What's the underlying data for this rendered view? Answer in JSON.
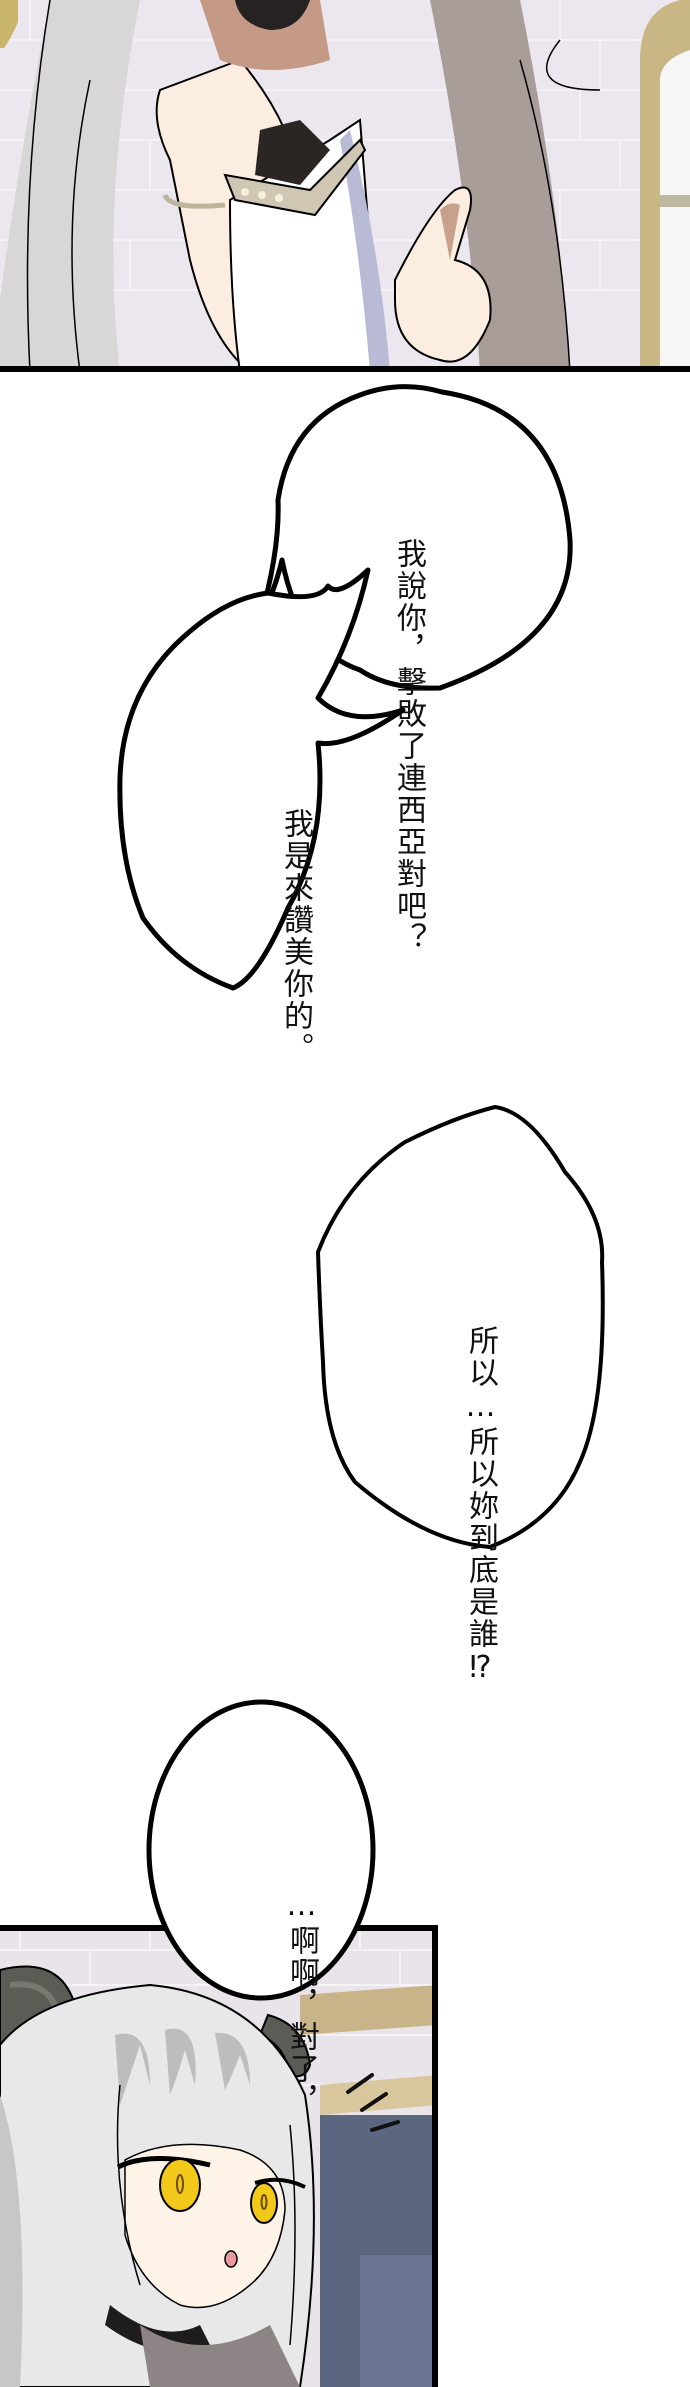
{
  "page": {
    "type": "comic-strip",
    "background": "#ffffff",
    "ink": "#000000"
  },
  "panels": [
    {
      "id": "panel-top",
      "description": "white-haired girl in white dress pointing forward, castle interior with brick wall and arched window",
      "colors": {
        "wall": "#ece6ee",
        "hair": "#e2e0e0",
        "hair_shadow": "#a79f9c",
        "skin": "#fbeee0",
        "dress": "#ffffff",
        "dress_shadow": "#b8bad6",
        "trim": "#cfc7b3",
        "window_frame": "#c8b685"
      }
    },
    {
      "id": "panel-bottom",
      "description": "white-haired girl with dark curled horns and yellow eyes looking surprised",
      "colors": {
        "wall": "#e8e4ea",
        "hair": "#e8e8e8",
        "horn": "#5a5c55",
        "eyes": "#f2c91b",
        "skin": "#fdf3e6",
        "beam": "#c9b48a",
        "door": "#5b6680"
      }
    }
  ],
  "bubbles": [
    {
      "id": "bubble-1",
      "columns": [
        "我說你，",
        "擊敗了連西亞",
        "對吧？"
      ]
    },
    {
      "id": "bubble-2",
      "columns": [
        "我是來讚美你的。"
      ]
    },
    {
      "id": "bubble-3",
      "columns": [
        "所以…",
        "所以妳到底是誰⁉"
      ]
    },
    {
      "id": "bubble-4",
      "columns": [
        "…啊啊，對了，"
      ]
    }
  ],
  "sfx": {
    "label": "surprise-lines",
    "glyph": "///"
  }
}
